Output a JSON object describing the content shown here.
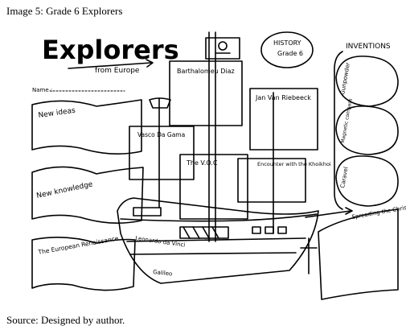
{
  "caption_top": "Image 5: Grade 6 Explorers",
  "caption_bottom": "Source: Designed by author.",
  "worksheet": {
    "title": "Explorers",
    "subtitle": "from Europe",
    "name_label": "Name :",
    "history_badge": {
      "line1": "HISTORY",
      "line2": "Grade 6"
    },
    "inventions_heading": "INVENTIONS",
    "inventions": [
      "Gunpowder",
      "Magnetic compass",
      "Caravel"
    ],
    "left_flags": [
      "New ideas",
      "New knowledge",
      "The European Renaissance"
    ],
    "sails": {
      "top": "Barthalomeu Diaz",
      "right": "Jan Van Riebeeck",
      "left": "Vasco Da Gama",
      "center": "The V.O.C",
      "small": "Encounter with the Khoikhoi"
    },
    "hull_labels": [
      "Leonardo da Vinci",
      "Galileo"
    ],
    "right_flag": "Spreading the Christian religion"
  }
}
